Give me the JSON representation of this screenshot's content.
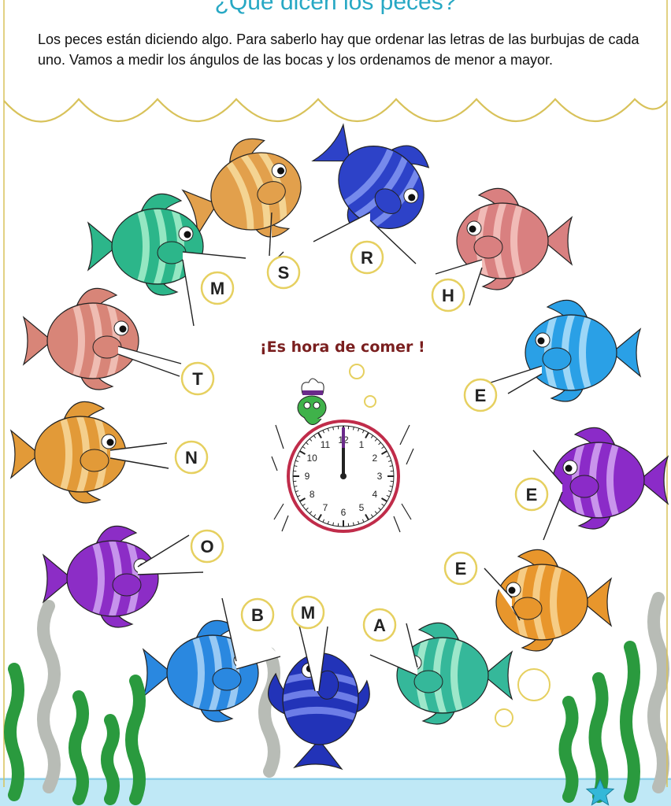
{
  "page": {
    "title": "¿Qué dicen los peces?",
    "intro": "Los peces están diciendo algo. Para saberlo hay que ordenar las letras de las burbujas de cada uno. Vamos a medir los ángulos de las bocas y los ordenamos de menor a mayor.",
    "headline": "¡Es hora de comer  !"
  },
  "clock": {
    "numbers": [
      "12",
      "1",
      "2",
      "3",
      "4",
      "5",
      "6",
      "7",
      "8",
      "9",
      "10",
      "11"
    ],
    "time": "12:00",
    "hand_color": "#6a2a8a"
  },
  "fish": [
    {
      "name": "fish-1",
      "color": "#e2a04c",
      "stripe": "#f6d99a",
      "letter": "S"
    },
    {
      "name": "fish-2",
      "color": "#2d42c8",
      "stripe": "#7e92f0",
      "letter": "R"
    },
    {
      "name": "fish-3",
      "color": "#d98080",
      "stripe": "#f3c1bd",
      "letter": "H"
    },
    {
      "name": "fish-4",
      "color": "#2aa0e6",
      "stripe": "#a8dcf8",
      "letter": "E"
    },
    {
      "name": "fish-5",
      "color": "#8b2bc8",
      "stripe": "#cfa0ef",
      "letter": "E"
    },
    {
      "name": "fish-6",
      "color": "#e8962c",
      "stripe": "#f7d28f",
      "letter": "E"
    },
    {
      "name": "fish-7",
      "color": "#35b89a",
      "stripe": "#a8eccf",
      "letter": "A"
    },
    {
      "name": "fish-8",
      "color": "#2233b8",
      "stripe": "#7585ec",
      "letter": "M"
    },
    {
      "name": "fish-9",
      "color": "#2a88e0",
      "stripe": "#a4d0f6",
      "letter": "B"
    },
    {
      "name": "fish-10",
      "color": "#8c2dc6",
      "stripe": "#cc9ff0",
      "letter": "O"
    },
    {
      "name": "fish-11",
      "color": "#e29a38",
      "stripe": "#f6d596",
      "letter": "N"
    },
    {
      "name": "fish-12",
      "color": "#d88578",
      "stripe": "#f2c2b8",
      "letter": "T"
    },
    {
      "name": "fish-13",
      "color": "#2cb68a",
      "stripe": "#a0ecc8",
      "letter": "M"
    }
  ],
  "colors": {
    "wave": "#d8c25a",
    "seaweed_front": "#2a9a3e",
    "seaweed_back": "#b8bcb6",
    "water": "#bfe8f6",
    "starfish": "#34b8d8",
    "bubble": "#e6d060"
  }
}
